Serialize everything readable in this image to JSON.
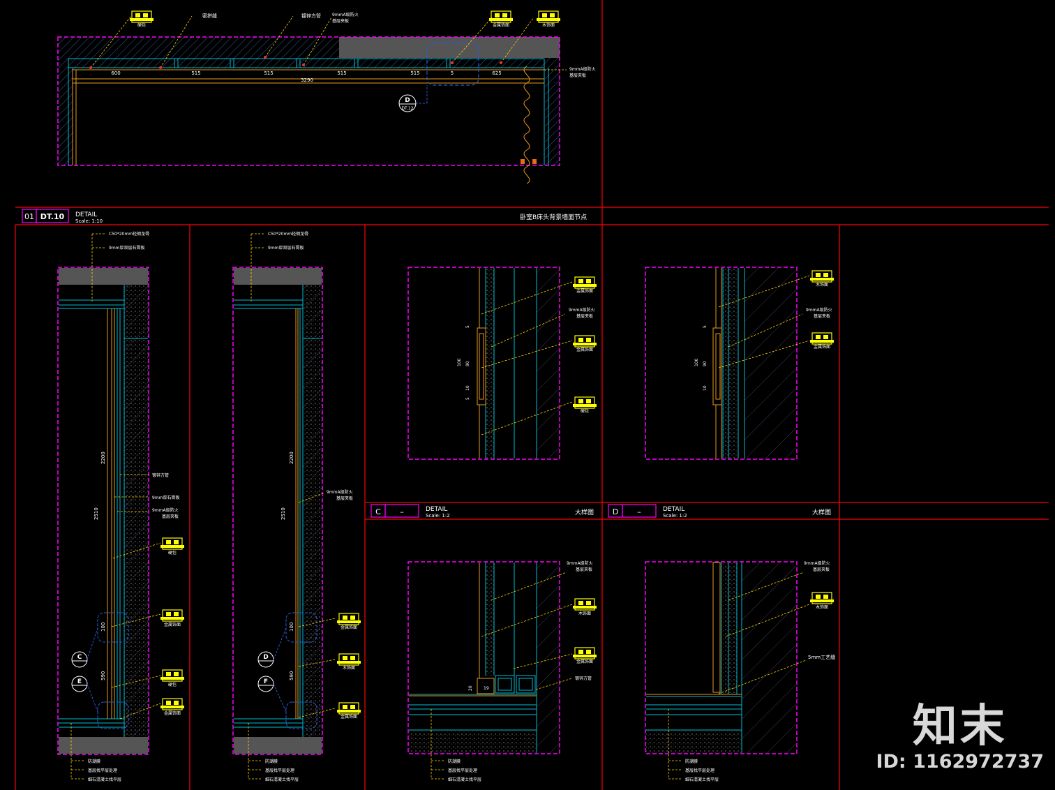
{
  "sheet": {
    "title_block": {
      "number": "01",
      "sheet_ref": "DT.10",
      "label": "DETAIL",
      "scale": "Scale: 1:10",
      "name": "卧室B床头背景墙面节点"
    },
    "detail_c": {
      "letter": "C",
      "dash": "–",
      "label": "DETAIL",
      "scale": "Scale: 1:2",
      "name": "大样图"
    },
    "detail_d": {
      "letter": "D",
      "dash": "–",
      "label": "DETAIL",
      "scale": "Scale: 1:2",
      "name": "大样图"
    }
  },
  "plan": {
    "dimensions": [
      "600",
      "515",
      "515",
      "515",
      "515",
      "5",
      "625"
    ],
    "total": "3290",
    "callout": {
      "letter": "D",
      "sheet": "DT.12"
    },
    "labels": {
      "l1": "硬包",
      "l2": "密拼缝",
      "l3": "镀锌方管",
      "l4a": "9mmA级防火",
      "l4b": "基层夹板",
      "l5": "金属饰面",
      "l6": "木饰面",
      "l7a": "9mmA级防火",
      "l7b": "基层夹板"
    }
  },
  "section_left": {
    "top_labels": [
      "C50*20mm轻钢龙骨",
      "9mm厚双层石膏板"
    ],
    "dims": [
      "2200",
      "2510",
      "100",
      "590"
    ],
    "side_labels": {
      "s1": "镀锌方管",
      "s2": "9mm厚石膏板",
      "s3a": "9mmA级防火",
      "s3b": "基层夹板",
      "s4": "硬包",
      "s5": "金属饰面",
      "s6": "硬包",
      "s7": "金属饰面"
    },
    "callouts": [
      "C",
      "E"
    ],
    "floor_labels": [
      "防潮膜",
      "基层找平层处理",
      "细石混凝土找平层"
    ]
  },
  "section_right": {
    "top_labels": [
      "C50*20mm轻钢龙骨",
      "9mm厚双层石膏板"
    ],
    "dims": [
      "2200",
      "2510",
      "100",
      "590"
    ],
    "side_labels": {
      "s1a": "9mmA级防火",
      "s1b": "基层夹板",
      "s2": "金属饰面",
      "s3": "木饰面",
      "s4": "金属饰面"
    },
    "callouts": [
      "D",
      "F"
    ],
    "floor_labels": [
      "防潮膜",
      "基层找平层处理",
      "细石混凝土找平层"
    ]
  },
  "detail_c_upper": {
    "labels": [
      "金属饰面",
      "9mmA级防火",
      "基层夹板",
      "金属饰面",
      "硬包"
    ],
    "dims": [
      "100",
      "90",
      "10",
      "5",
      "5"
    ]
  },
  "detail_d_upper": {
    "labels": [
      "木饰面",
      "9mmA级防火",
      "基层夹板",
      "金属饰面"
    ],
    "dims": [
      "100",
      "90",
      "10",
      "5"
    ]
  },
  "detail_c_lower": {
    "labels": [
      "9mmA级防火",
      "基层夹板",
      "木饰面",
      "金属饰面",
      "镀锌方管"
    ],
    "dims": [
      "20",
      "19"
    ],
    "floor_labels": [
      "防潮膜",
      "基层找平层处理",
      "细石混凝土找平层"
    ]
  },
  "detail_d_lower": {
    "labels": [
      "9mmA级防火",
      "基层夹板",
      "木饰面",
      "5mm工艺缝"
    ],
    "floor_labels": [
      "防潮膜",
      "基层找平层处理",
      "细石混凝土找平层"
    ]
  },
  "brand": {
    "logo": "知末",
    "id": "ID: 1162972737"
  },
  "colors": {
    "frame": "#ff0000",
    "border": "#ff00ff",
    "cyan": "#00bcd4",
    "orange": "#e89a1a",
    "leader": "#ffd400",
    "tag": "#ffff00",
    "text": "#ffffff"
  }
}
